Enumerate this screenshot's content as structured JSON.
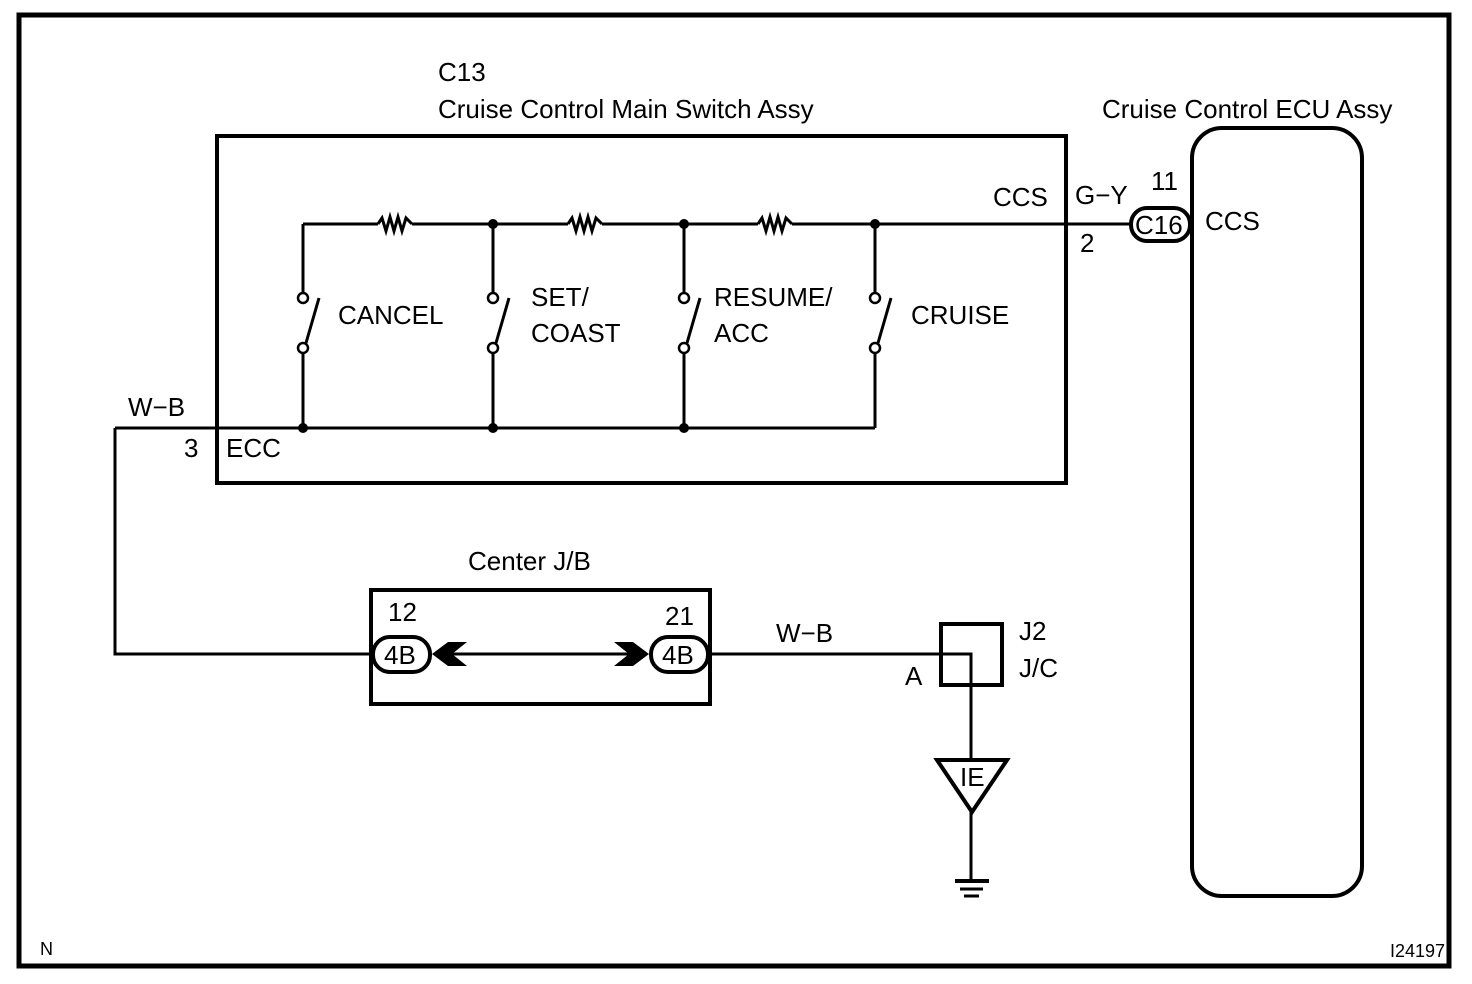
{
  "diagram": {
    "colors": {
      "line": "#000000",
      "background": "#ffffff"
    },
    "main_switch": {
      "connector_id": "C13",
      "title": "Cruise Control Main Switch Assy",
      "switches": [
        {
          "label_line1": "CANCEL",
          "label_line2": ""
        },
        {
          "label_line1": "SET/",
          "label_line2": "COAST"
        },
        {
          "label_line1": "RESUME/",
          "label_line2": "ACC"
        },
        {
          "label_line1": "CRUISE",
          "label_line2": ""
        }
      ],
      "output_terminal_name": "CCS",
      "ground_terminal_name": "ECC",
      "ground_terminal_pin": "3"
    },
    "ecu": {
      "title": "Cruise Control ECU Assy",
      "terminal_name": "CCS",
      "connector_id": "C16",
      "connector_pin": "11"
    },
    "wire_ccs": {
      "color_code": "G−Y",
      "pin": "2"
    },
    "wire_ecc": {
      "color_code": "W−B"
    },
    "junction_block": {
      "title": "Center J/B",
      "left_connector": {
        "id": "4B",
        "pin": "12"
      },
      "right_connector": {
        "id": "4B",
        "pin": "21"
      }
    },
    "wire_to_jc": {
      "color_code": "W−B"
    },
    "junction_connector": {
      "id": "J2",
      "type": "J/C",
      "pin": "A"
    },
    "ground_point": {
      "id": "IE"
    },
    "footer": {
      "left_code": "N",
      "figure_id": "I24197"
    }
  }
}
